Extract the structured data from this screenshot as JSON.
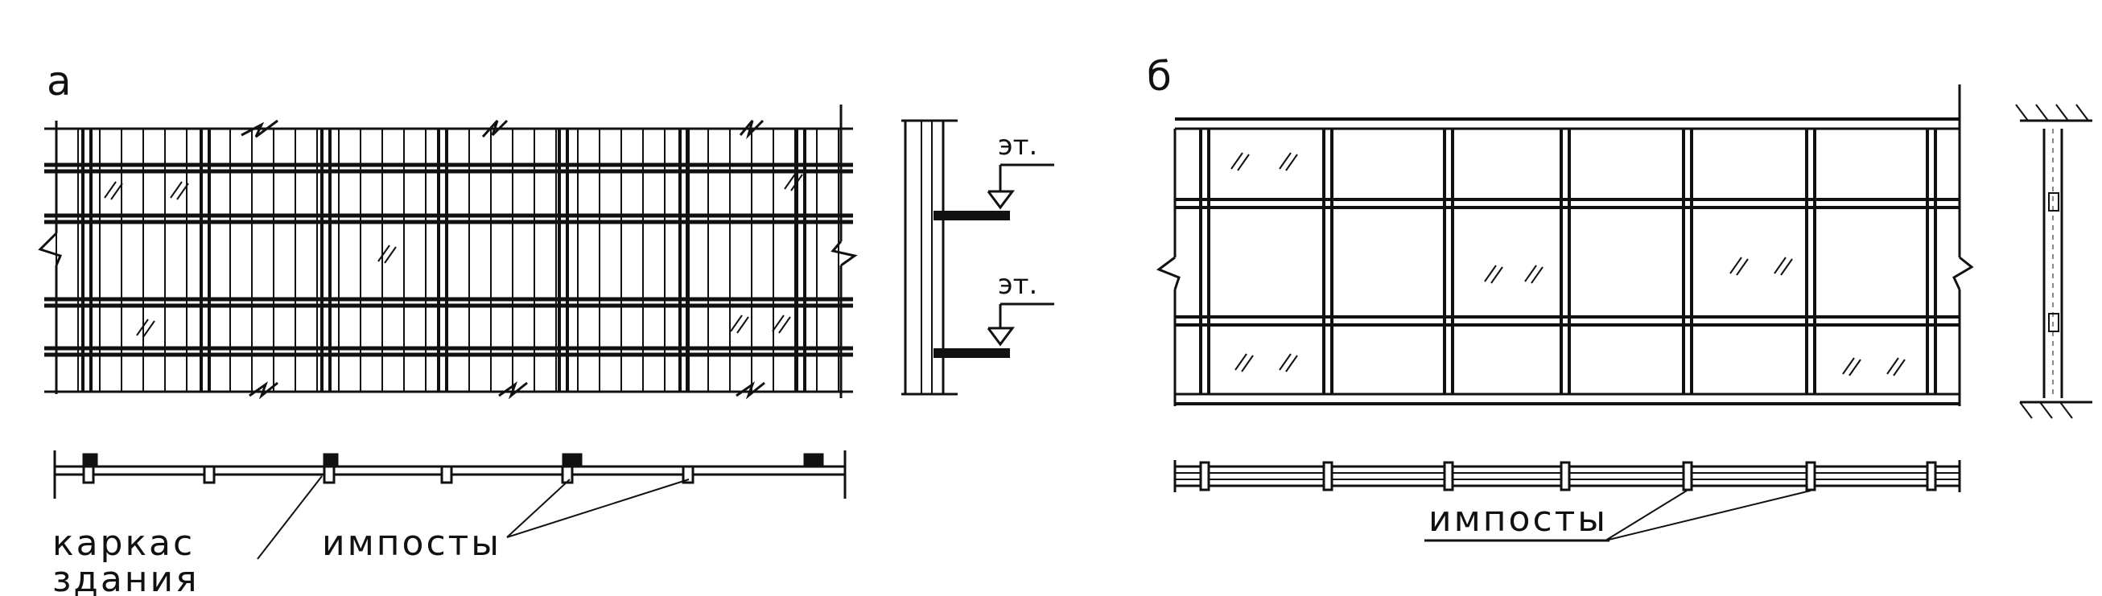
{
  "figure_a": {
    "letter": "а",
    "floor_label_1": "эт.",
    "floor_label_2": "эт.",
    "frame_label_line1": "каркас",
    "frame_label_line2": "здания",
    "mullions_label": "импосты"
  },
  "figure_b": {
    "letter": "б",
    "mullions_label": "импосты"
  },
  "colors": {
    "ink": "#111111",
    "background": "#ffffff"
  }
}
